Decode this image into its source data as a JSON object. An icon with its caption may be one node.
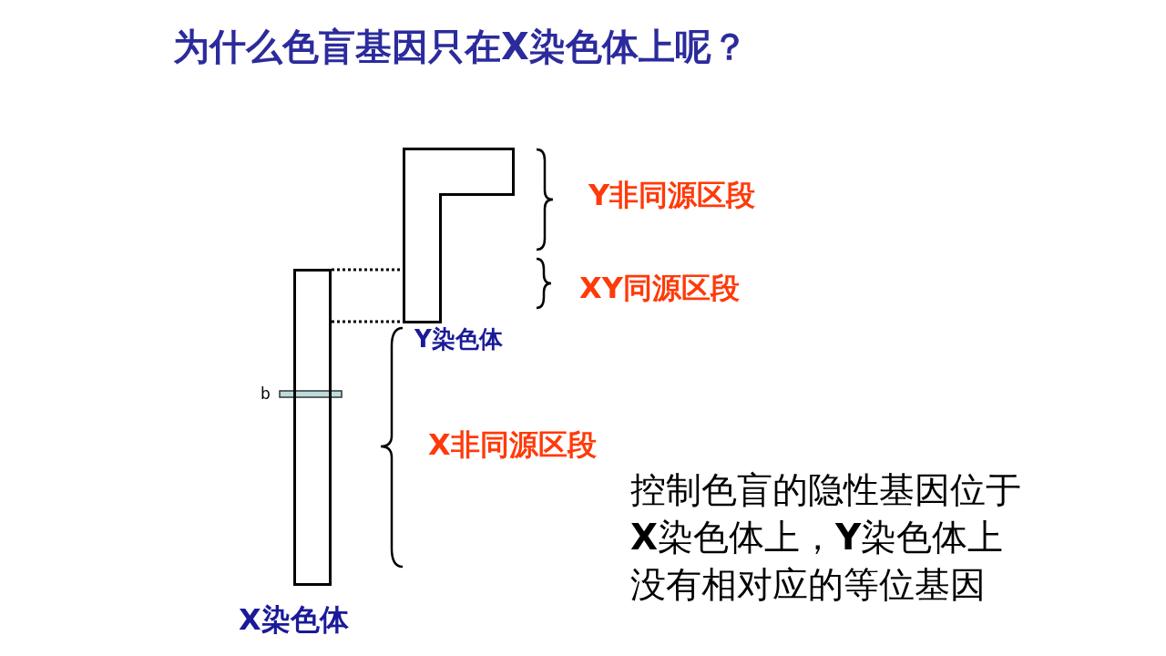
{
  "diagram": {
    "title": "为什么色盲基因只在X染色体上呢？",
    "nodes": [
      {
        "text": [],
        "shape": "bar",
        "beside": [
          "X染色体"
        ]
      },
      {
        "text": [],
        "shape": "box",
        "beside": [
          "Y染色体"
        ]
      }
    ],
    "edges": [
      {
        "from": 0,
        "to": 1,
        "arrow": "none",
        "style": "dashed"
      },
      {
        "from": 0,
        "to": 1,
        "arrow": "none",
        "style": "dashed"
      }
    ],
    "labels": [
      "Y非同源区段",
      "XY同源区段",
      "b",
      "X非同源区段",
      "控制色盲的隐性基因位于**X**染色体上，**Y**染色体上没有相对应的等位基因"
    ]
  }
}
